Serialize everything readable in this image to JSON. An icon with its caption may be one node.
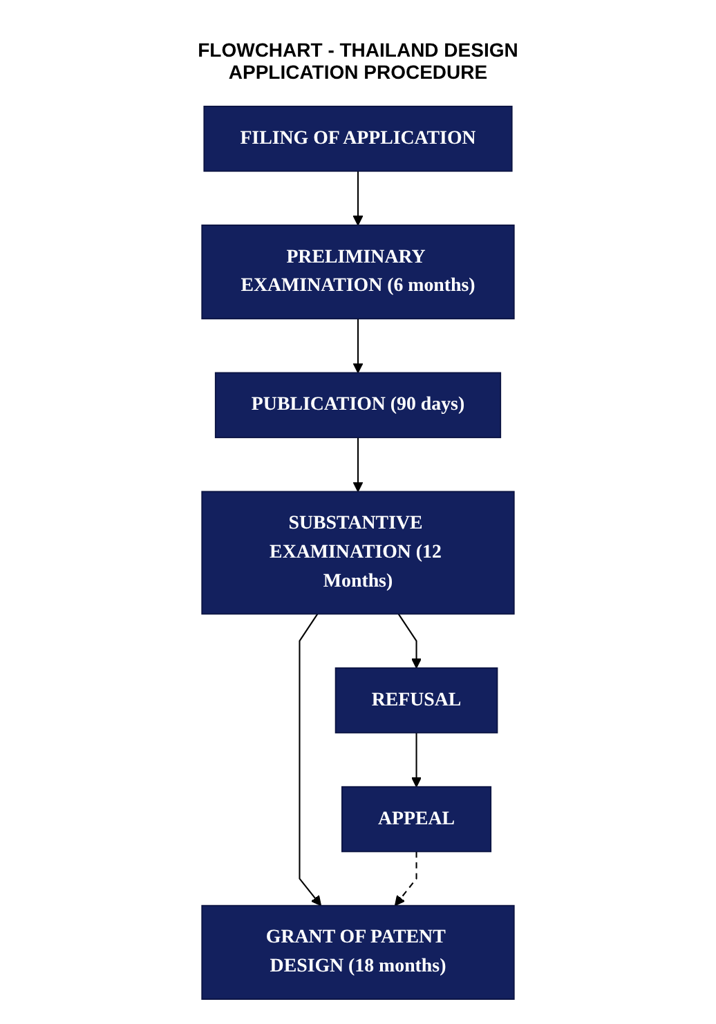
{
  "diagram": {
    "title": "FLOWCHART - THAILAND DESIGN APPLICATION PROCEDURE",
    "nodes": [
      {
        "text": [
          "FILING OF APPLICATION"
        ]
      },
      {
        "text": [
          "PRELIMINARY EXAMINATION (6 months)"
        ]
      },
      {
        "text": [
          "PUBLICATION (90 days)"
        ]
      },
      {
        "text": [
          "SUBSTANTIVE EXAMINATION (12 Months)"
        ]
      },
      {
        "text": [
          "REFUSAL"
        ]
      },
      {
        "text": [
          "APPEAL"
        ]
      },
      {
        "text": [
          "GRANT OF PATENT DESIGN (18 months)"
        ]
      }
    ],
    "edges": [
      {
        "from": 0,
        "to": 1,
        "arrow": "to"
      },
      {
        "from": 1,
        "to": 2,
        "arrow": "to"
      },
      {
        "from": 2,
        "to": 3,
        "arrow": "to"
      },
      {
        "from": 3,
        "to": 4,
        "arrow": "to"
      },
      {
        "from": 3,
        "to": 6,
        "arrow": "to"
      },
      {
        "from": 4,
        "to": 5,
        "arrow": "to"
      },
      {
        "from": 5,
        "to": 6,
        "arrow": "to",
        "style": "dashed"
      }
    ]
  }
}
